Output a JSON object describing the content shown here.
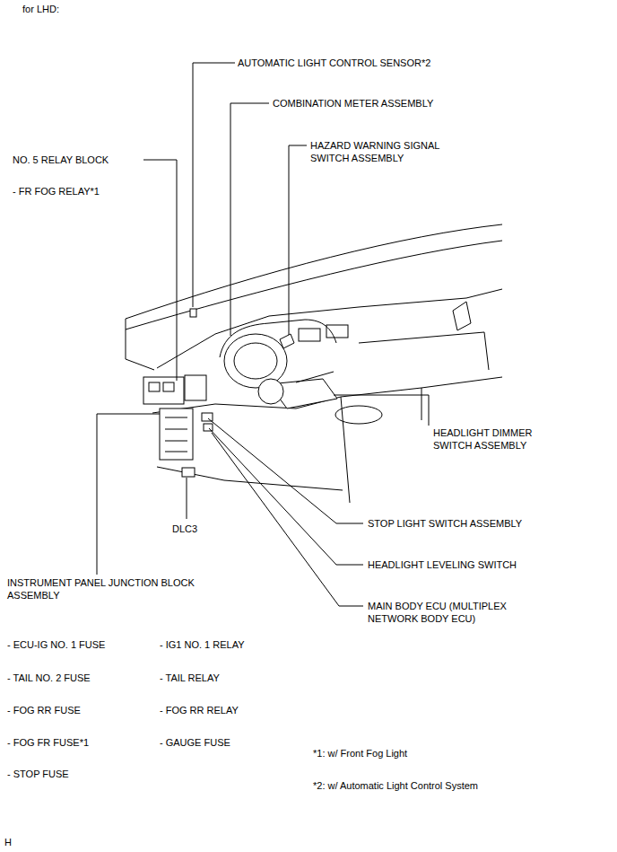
{
  "diagram": {
    "title": "for LHD:",
    "labels": [
      "AUTOMATIC LIGHT CONTROL SENSOR*2",
      "COMBINATION METER ASSEMBLY",
      "HAZARD WARNING SIGNAL SWITCH ASSEMBLY",
      "NO. 5 RELAY BLOCK",
      "- FR FOG RELAY*1",
      "HEADLIGHT DIMMER SWITCH ASSEMBLY",
      "DLC3",
      "STOP LIGHT SWITCH ASSEMBLY",
      "HEADLIGHT LEVELING SWITCH",
      "INSTRUMENT PANEL JUNCTION BLOCK ASSEMBLY",
      "MAIN BODY ECU (MULTIPLEX NETWORK BODY ECU)",
      "- ECU-IG NO. 1 FUSE",
      "- IG1 NO. 1 RELAY",
      "- TAIL NO. 2 FUSE",
      "- TAIL RELAY",
      "- FOG RR FUSE",
      "- FOG RR RELAY",
      "- FOG FR FUSE*1",
      "- GAUGE FUSE",
      "*1: w/ Front Fog Light",
      "*2: w/ Automatic Light Control System",
      "- STOP FUSE",
      "H"
    ]
  }
}
